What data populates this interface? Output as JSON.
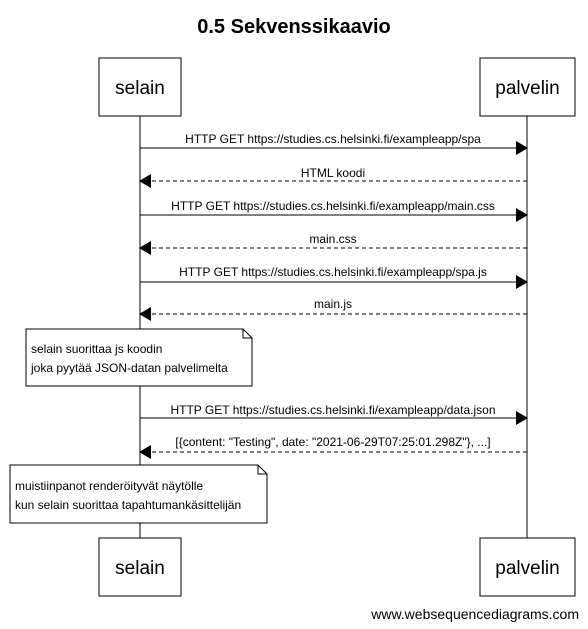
{
  "title": "0.5 Sekvenssikaavio",
  "participants": {
    "left": "selain",
    "right": "palvelin"
  },
  "messages": [
    {
      "text": "HTTP GET https://studies.cs.helsinki.fi/exampleapp/spa",
      "direction": "right",
      "style": "solid"
    },
    {
      "text": "HTML koodi",
      "direction": "left",
      "style": "dashed"
    },
    {
      "text": "HTTP GET https://studies.cs.helsinki.fi/exampleapp/main.css",
      "direction": "right",
      "style": "solid"
    },
    {
      "text": "main.css",
      "direction": "left",
      "style": "dashed"
    },
    {
      "text": "HTTP GET https://studies.cs.helsinki.fi/exampleapp/spa.js",
      "direction": "right",
      "style": "solid"
    },
    {
      "text": "main.js",
      "direction": "left",
      "style": "dashed"
    },
    {
      "text": "HTTP GET https://studies.cs.helsinki.fi/exampleapp/data.json",
      "direction": "right",
      "style": "solid"
    },
    {
      "text": "[{content: \"Testing\", date: \"2021-06-29T07:25:01.298Z\"}, ...]",
      "direction": "left",
      "style": "dashed"
    }
  ],
  "notes": [
    {
      "lines": [
        "selain suorittaa js koodin",
        "joka pyytää JSON-datan palvelimelta"
      ]
    },
    {
      "lines": [
        "muistiinpanot renderöityvät näytölle",
        "kun selain suorittaa tapahtumankäsittelijän"
      ]
    }
  ],
  "footer": "www.websequencediagrams.com",
  "colors": {
    "line": "#000000",
    "fill": "#ffffff",
    "text": "#000000"
  }
}
